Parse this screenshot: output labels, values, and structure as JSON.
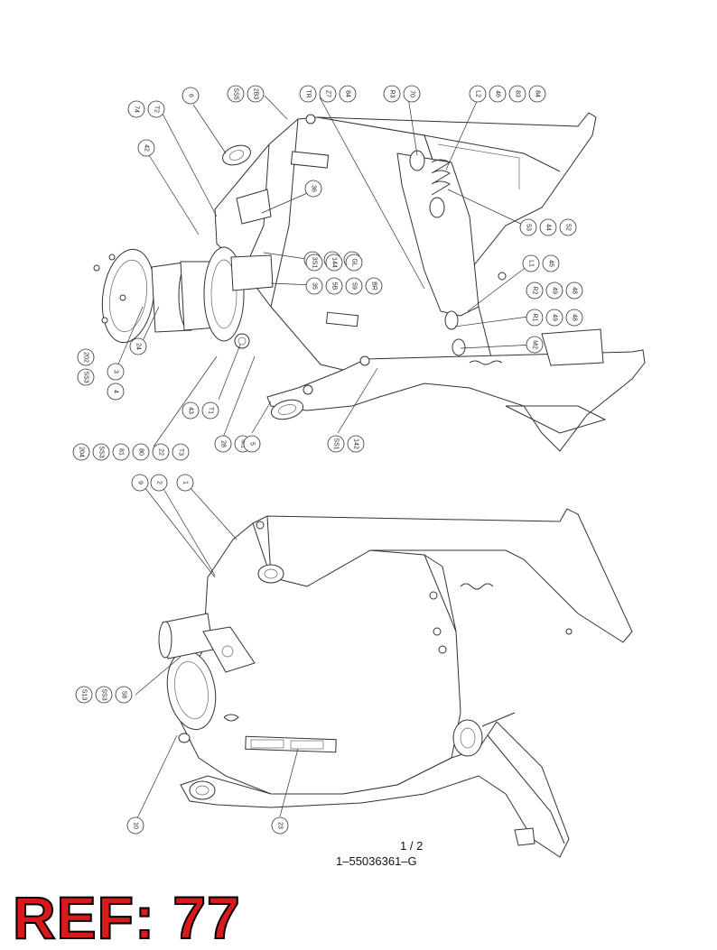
{
  "sheet_number": "1 / 2",
  "drawing_number": "1–55036361–G",
  "reference_stamp": "REF: 77",
  "balloons": [
    [
      "74",
      "T2"
    ],
    [
      "6"
    ],
    [
      "SS5",
      "2B3"
    ],
    [
      "TR",
      "Z7",
      "84"
    ],
    [
      "R3",
      "70"
    ],
    [
      "L2",
      "46",
      "83",
      "84"
    ],
    [
      "42"
    ],
    [
      "36"
    ],
    [
      "37",
      "14",
      "15"
    ],
    [
      "3S1",
      "144",
      "GL"
    ],
    [
      "35",
      "5B",
      "59",
      "BR"
    ],
    [
      "53",
      "44",
      "52"
    ],
    [
      "L1",
      "45"
    ],
    [
      "R2",
      "49",
      "48"
    ],
    [
      "R1",
      "49",
      "48"
    ],
    [
      "M2"
    ],
    [
      "SS3",
      "202"
    ],
    [
      "3",
      "4"
    ],
    [
      "24"
    ],
    [
      "43",
      "T1"
    ],
    [
      "28",
      "M1"
    ],
    [
      "5"
    ],
    [
      "SS1",
      "142"
    ],
    [
      "204",
      "SS3",
      "81",
      "80",
      "22",
      "T3"
    ],
    [
      "9"
    ],
    [
      "2"
    ],
    [
      "1"
    ],
    [
      "S13",
      "SS3",
      "S6"
    ],
    [
      "10"
    ],
    [
      "23"
    ]
  ]
}
